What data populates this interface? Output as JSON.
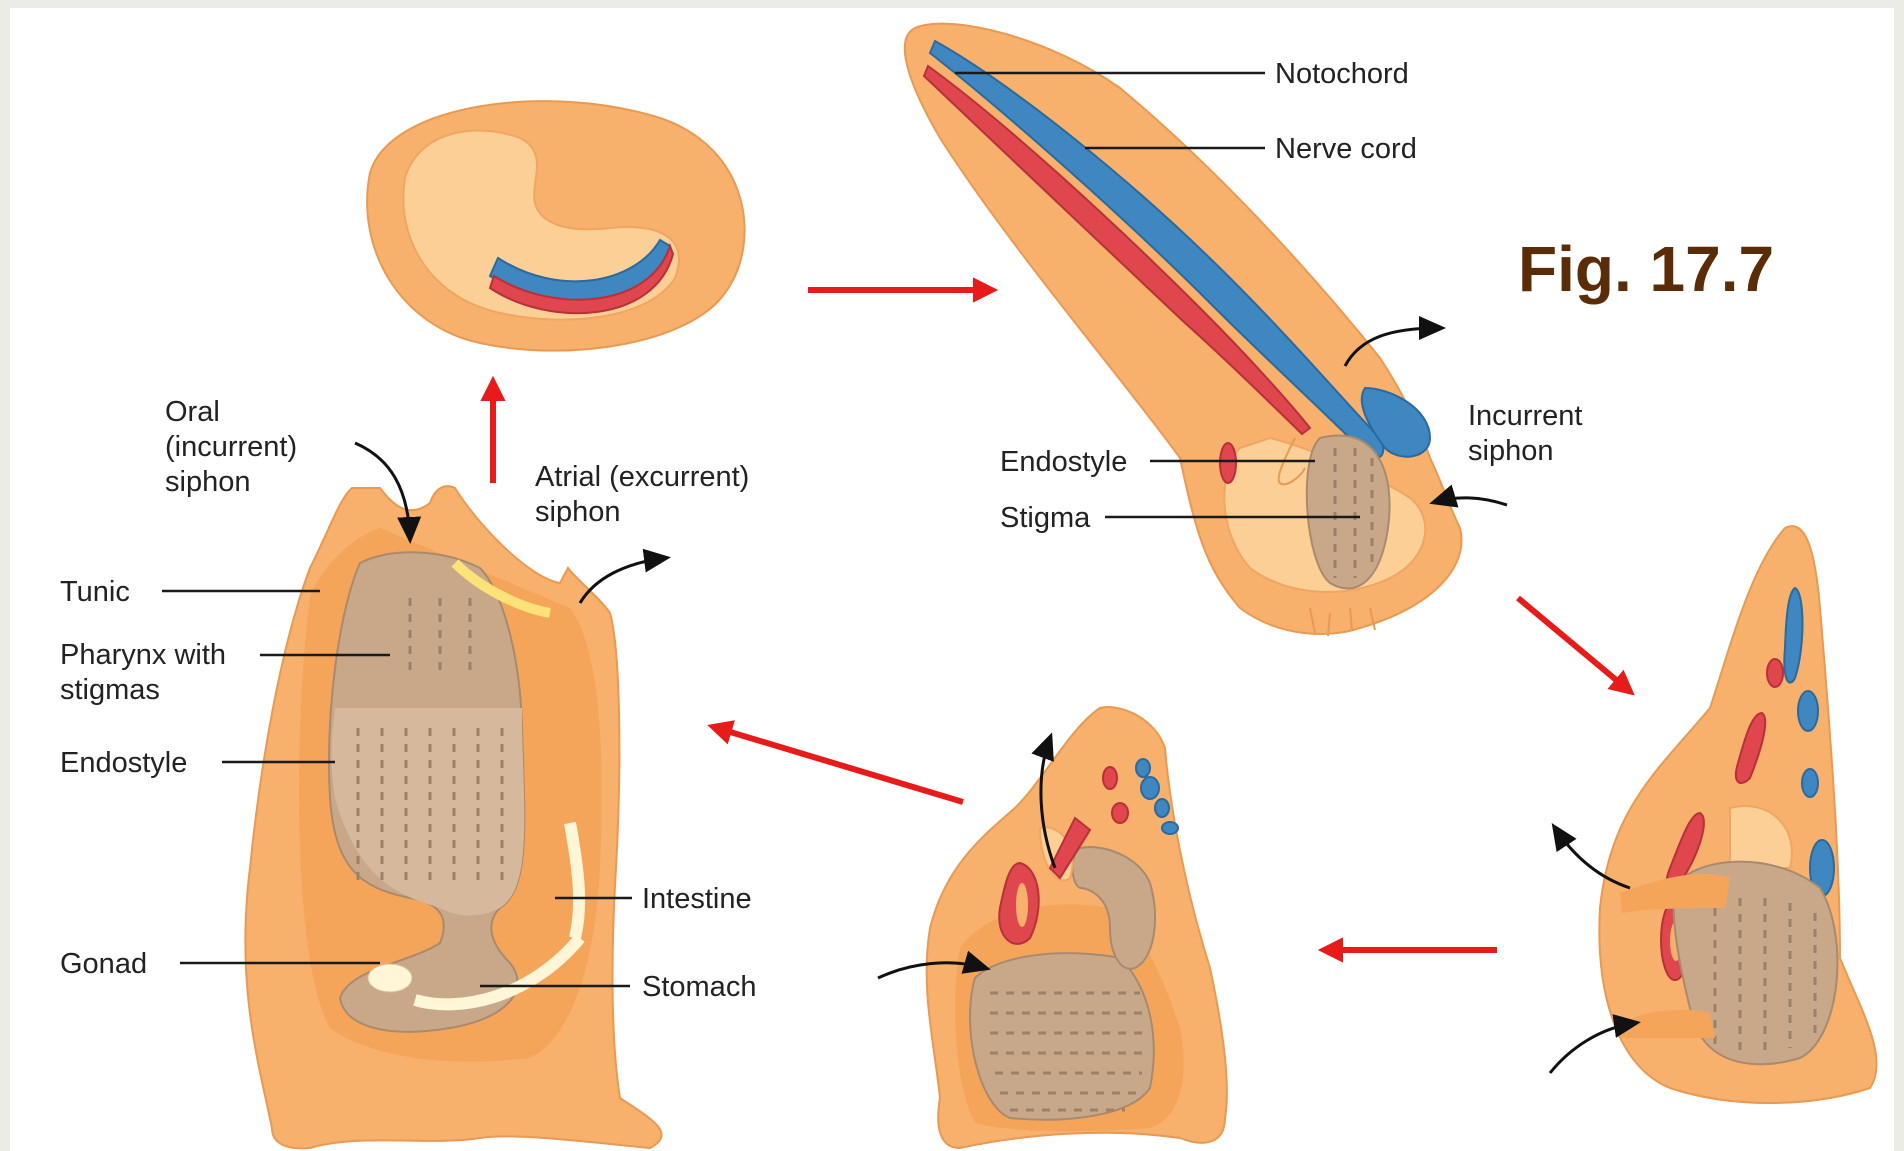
{
  "figure_label": "Fig. 17.7",
  "colors": {
    "tunic": "#f8b06d",
    "pharynx": "#c9a88a",
    "notochord": "#3f87c0",
    "nerve_cord": "#e0464e",
    "cycle_arrow": "#e81b1b",
    "figure_label": "#5a2d08"
  },
  "labels": {
    "oral_siphon": [
      "Oral",
      "(incurrent)",
      "siphon"
    ],
    "atrial_siphon": [
      "Atrial (excurrent)",
      "siphon"
    ],
    "tunic": "Tunic",
    "pharynx": [
      "Pharynx with",
      "stigmas"
    ],
    "endostyle_adult": "Endostyle",
    "intestine": "Intestine",
    "gonad": "Gonad",
    "stomach": "Stomach",
    "notochord": "Notochord",
    "nerve_cord": "Nerve cord",
    "incurrent_siphon": [
      "Incurrent",
      "siphon"
    ],
    "endostyle_larva": "Endostyle",
    "stigma": "Stigma"
  }
}
